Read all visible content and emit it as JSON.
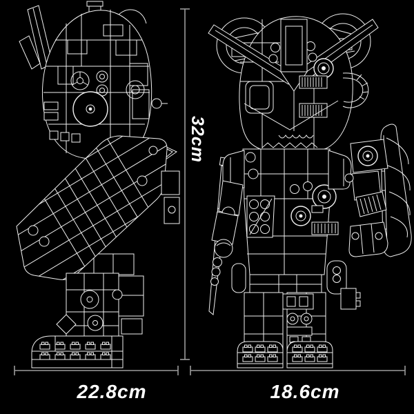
{
  "image": {
    "background": "#000000",
    "artwork_line_color": "#f2f2f2",
    "dimension_line_color": "#9c9c9c",
    "label_color": "#ffffff"
  },
  "dimensions": {
    "height_label": "32cm",
    "left_width_label": "22.8cm",
    "right_width_label": "18.6cm"
  }
}
